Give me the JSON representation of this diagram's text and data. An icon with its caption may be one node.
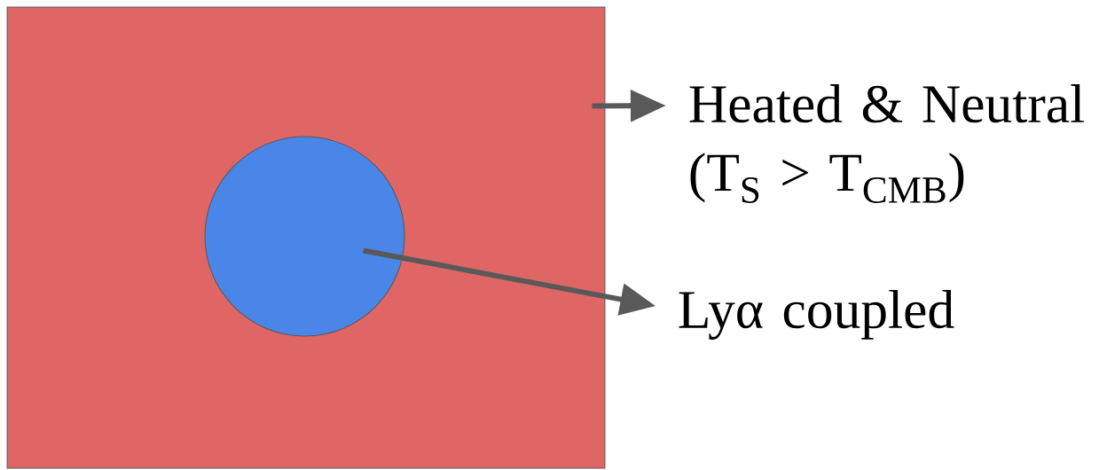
{
  "diagram": {
    "nodes": [
      {
        "text": [],
        "shape": "box"
      },
      {
        "text": [],
        "shape": "circle",
        "in": 0
      },
      {
        "text": [
          "Heated & Neutral (T$_{S}$ > T$_{CMB}$)"
        ]
      },
      {
        "text": [
          "Lyα coupled"
        ]
      }
    ],
    "edges": [
      {
        "from": 0,
        "to": 2,
        "arrow": "to"
      },
      {
        "from": 1,
        "to": 3,
        "arrow": "to"
      }
    ]
  }
}
